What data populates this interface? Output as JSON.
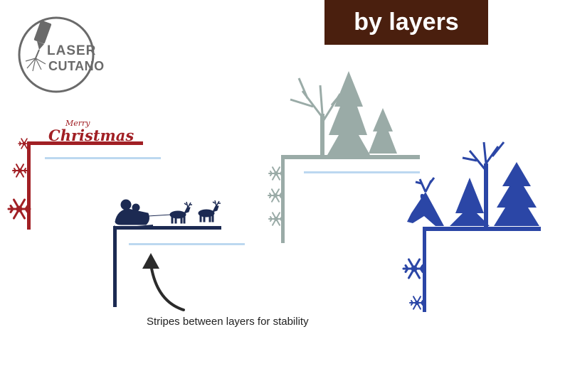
{
  "logo": {
    "line1": "LASER",
    "line2": "CUTANO"
  },
  "banner": {
    "text": "by layers"
  },
  "layer1": {
    "text_line1": "Merry",
    "text_line2": "Christmas"
  },
  "caption": {
    "text": "Stripes between layers for stability"
  },
  "colors": {
    "red_layer": "#a11f24",
    "navy_layer": "#1c2a52",
    "sage_layer": "#9aaba7",
    "blue_layer": "#2b46a6",
    "stripe": "#bcd8f0",
    "banner_bg": "#4a1f0e",
    "logo_gray": "#6a6a6a"
  },
  "icons": [
    "laser-tool-icon",
    "snowflake-icon",
    "santa-sleigh-icon",
    "reindeer-icon",
    "tree-icon",
    "deer-head-icon",
    "curved-arrow-icon"
  ]
}
